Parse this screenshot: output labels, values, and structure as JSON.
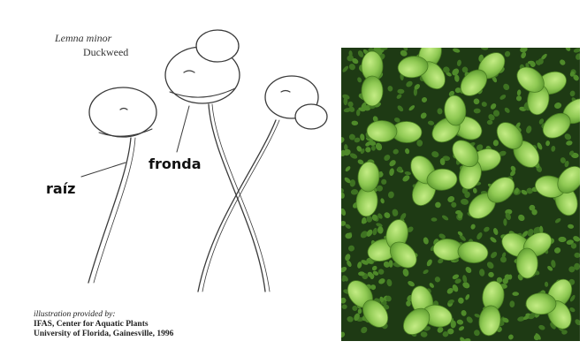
{
  "illustration": {
    "species": "Lemna minor",
    "common_name": "Duckweed",
    "labels": {
      "root": "raíz",
      "frond": "fronda"
    },
    "credit_lines": [
      "illustration provided by:",
      "IFAS, Center for Aquatic Plants",
      "University of Florida, Gainesville, 1996"
    ]
  },
  "colors": {
    "ink": "#333333",
    "frond_light": "#a6d865",
    "frond_dark": "#5d9a30",
    "water_dark": "#1e3a14"
  }
}
